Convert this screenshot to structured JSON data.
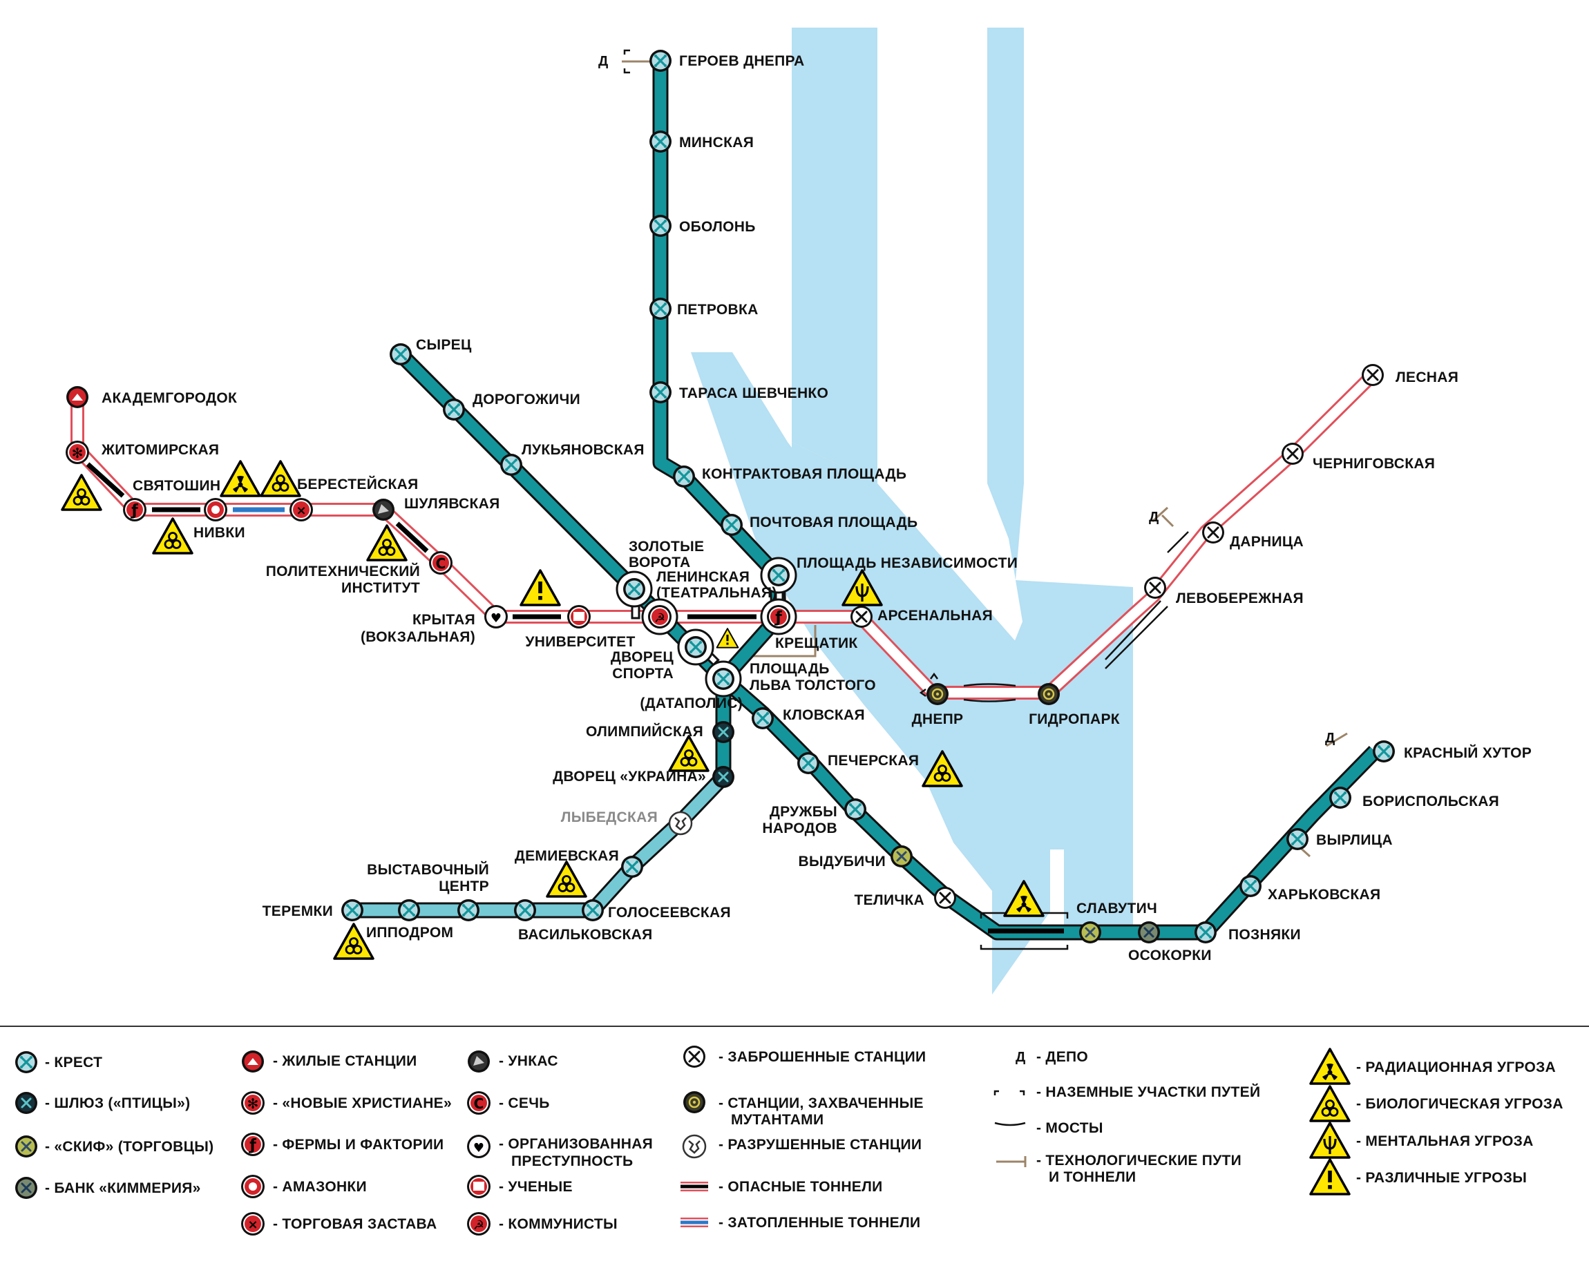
{
  "colors": {
    "river": "#b6e0f3",
    "line_teal": "#13959b",
    "line_light": "#74c9d5",
    "flood_red": "#e0505a",
    "danger_black": "#000000",
    "flood_blue": "#2c78c8",
    "tech_brown": "#9c8468",
    "hazard_yellow": "#ffe600"
  },
  "stations": {
    "geroev_dnepra": "ГЕРОЕВ ДНЕПРА",
    "minskaya": "МИНСКАЯ",
    "obolon": "ОБОЛОНЬ",
    "petrovka": "ПЕТРОВКА",
    "tarasa": "ТАРАСА ШЕВЧЕНКО",
    "kontraktovaya": "КОНТРАКТОВАЯ ПЛОЩАДЬ",
    "pochtovaya": "ПОЧТОВАЯ ПЛОЩАДЬ",
    "ploshchad_nez": "ПЛОЩАДЬ НЕЗАВИСИМОСТИ",
    "kreshchatik": "КРЕЩАТИК",
    "arsenalnaya": "АРСЕНАЛЬНАЯ",
    "dnepr": "ДНЕПР",
    "gidropark": "ГИДРОПАРК",
    "levoberezhnaya": "ЛЕВОБЕРЕЖНАЯ",
    "darnitsa": "ДАРНИЦА",
    "chernigovskaya": "ЧЕРНИГОВСКАЯ",
    "lesnaya": "ЛЕСНАЯ",
    "akademgorodok": "АКАДЕМГОРОДОК",
    "zhitomirskaya": "ЖИТОМИРСКАЯ",
    "svyatoshin": "СВЯТОШИН",
    "nivki": "НИВКИ",
    "beresteyskaya": "БЕРЕСТЕЙСКАЯ",
    "shulyavskaya": "ШУЛЯВСКАЯ",
    "politekh_1": "ПОЛИТЕХНИЧЕСКИЙ",
    "politekh_2": "ИНСТИТУТ",
    "krytaya_1": "КРЫТАЯ",
    "krytaya_2": "(ВОКЗАЛЬНАЯ)",
    "universitet": "УНИВЕРСИТЕТ",
    "zolotye_1": "ЗОЛОТЫЕ",
    "zolotye_2": "ВОРОТА",
    "leninskaya_1": "ЛЕНИНСКАЯ",
    "leninskaya_2": "(ТЕАТРАЛЬНАЯ)",
    "dvorets_sporta_1": "ДВОРЕЦ",
    "dvorets_sporta_2": "СПОРТА",
    "lva_tolstogo_1": "ПЛОЩАДЬ",
    "lva_tolstogo_2": "ЛЬВА ТОЛСТОГО",
    "syrets": "СЫРЕЦ",
    "dorogozhichi": "ДОРОГОЖИЧИ",
    "lukyanovskaya": "ЛУКЬЯНОВСКАЯ",
    "datapolis": "(ДАТАПОЛИС)",
    "olimpiyskaya": "ОЛИМПИЙСКАЯ",
    "dvorets_ukraina": "ДВОРЕЦ «УКРАИНА»",
    "lybedskaya": "ЛЫБЕДСКАЯ",
    "demievskaya": "ДЕМИЕВСКАЯ",
    "goloseevskaya": "ГОЛОСЕЕВСКАЯ",
    "vasilkovskaya": "ВАСИЛЬКОВСКАЯ",
    "vystavochny_1": "ВЫСТАВОЧНЫЙ",
    "vystavochny_2": "ЦЕНТР",
    "ippodrom": "ИППОДРОМ",
    "teremki": "ТЕРЕМКИ",
    "klovskaya": "КЛОВСКАЯ",
    "pecherskaya": "ПЕЧЕРСКАЯ",
    "druzhby_1": "ДРУЖБЫ",
    "druzhby_2": "НАРОДОВ",
    "vydubichi": "ВЫДУБИЧИ",
    "telichka": "ТЕЛИЧКА",
    "slavutich": "СЛАВУТИЧ",
    "osokorki": "ОСОКОРКИ",
    "poznyaki": "ПОЗНЯКИ",
    "kharkovskaya": "ХАРЬКОВСКАЯ",
    "vyrlitsa": "ВЫРЛИЦА",
    "borispolskaya": "БОРИСПОЛЬСКАЯ",
    "krasny_khutor": "КРАСНЫЙ ХУТОР"
  },
  "depot_letter": "Д",
  "legend": {
    "krest": "- КРЕСТ",
    "shlyuz": "- ШЛЮЗ («ПТИЦЫ»)",
    "skif": "- «СКИФ» (ТОРГОВЦЫ)",
    "bank": "- БАНК «КИММЕРИЯ»",
    "zhilye": "- ЖИЛЫЕ СТАНЦИИ",
    "novye_khristiane": "- «НОВЫЕ ХРИСТИАНЕ»",
    "fermy": "- ФЕРМЫ И ФАКТОРИИ",
    "amazonki": "- АМАЗОНКИ",
    "torgovaya_zastava": "- ТОРГОВАЯ ЗАСТАВА",
    "unkas": "- УНКАС",
    "sech": "- СЕЧЬ",
    "org_prestupnost_1": "- ОРГАНИЗОВАННАЯ",
    "org_prestupnost_2": "ПРЕСТУПНОСТЬ",
    "uchenye": "- УЧЕНЫЕ",
    "kommunisty": "- КОММУНИСТЫ",
    "zabroshennye": "- ЗАБРОШЕННЫЕ СТАНЦИИ",
    "zakhvachennye_1": "- СТАНЦИИ, ЗАХВАЧЕННЫЕ",
    "zakhvachennye_2": "МУТАНТАМИ",
    "razrushennye": "- РАЗРУШЕННЫЕ СТАНЦИИ",
    "opasnye": "- ОПАСНЫЕ ТОННЕЛИ",
    "zatoplennye": "- ЗАТОПЛЕННЫЕ ТОННЕЛИ",
    "depo": "- ДЕПО",
    "nazemnye": "- НАЗЕМНЫЕ УЧАСТКИ ПУТЕЙ",
    "mosty": "- МОСТЫ",
    "tekh_1": "- ТЕХНОЛОГИЧЕСКИЕ ПУТИ",
    "tekh_2": "И ТОННЕЛИ",
    "radiatsionnaya": "- РАДИАЦИОННАЯ УГРОЗА",
    "biologicheskaya": "- БИОЛОГИЧЕСКАЯ УГРОЗА",
    "mentalnaya": "- МЕНТАЛЬНАЯ УГРОЗА",
    "razlichnye": "- РАЗЛИЧНЫЕ УГРОЗЫ"
  }
}
